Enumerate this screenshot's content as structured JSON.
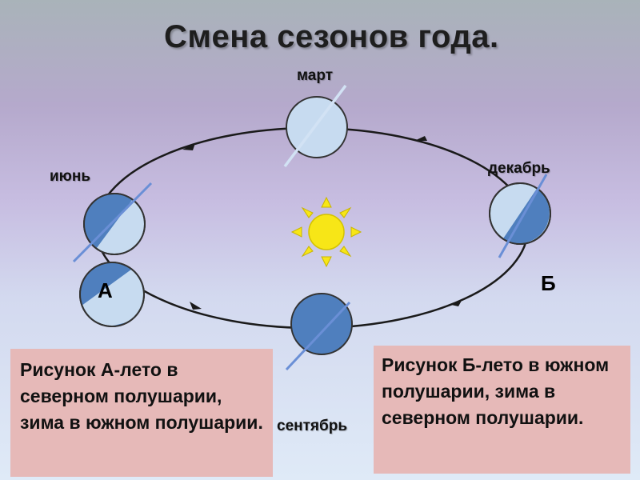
{
  "title": "Смена сезонов года.",
  "labels": {
    "march": "март",
    "december": "декабрь",
    "june": "июнь",
    "september": "сентябрь"
  },
  "letters": {
    "a": "А",
    "b": "Б"
  },
  "notes": {
    "a": "Рисунок А-лето в северном полушарии, зима в южном полушарии.",
    "b": "Рисунок Б-лето в южном полушарии, зима в северном полушарии."
  },
  "colors": {
    "light_hemisphere": "#c7dbf0",
    "dark_hemisphere": "#4f7fbe",
    "axis": "#6a8fd6",
    "sun": "#f7e617",
    "note_box": "#e6b9b8"
  },
  "icons": {
    "sun": "sun-icon"
  }
}
